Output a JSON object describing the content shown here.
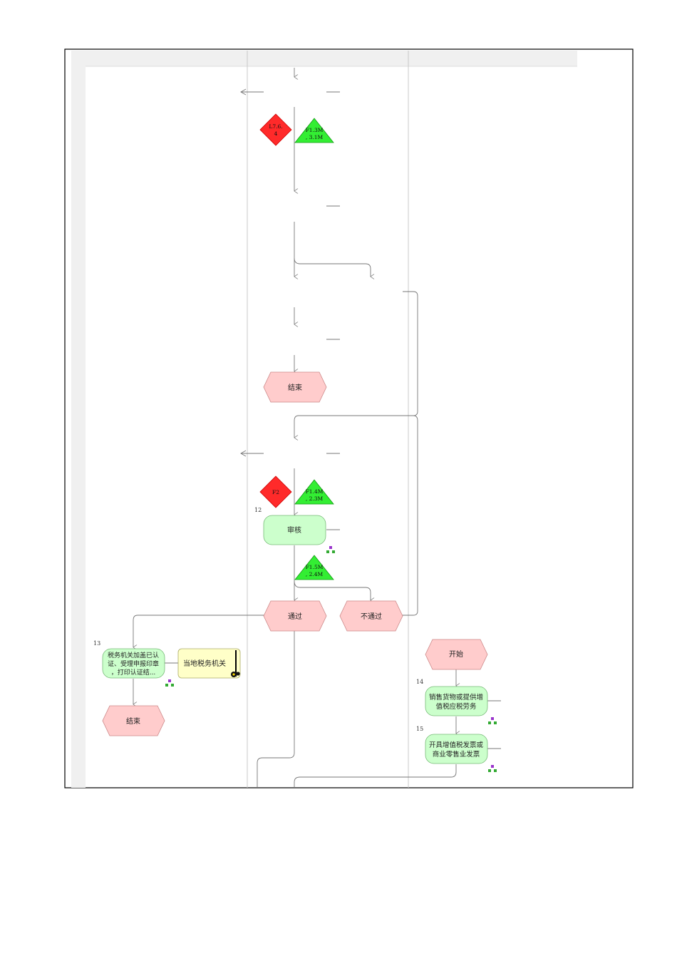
{
  "diagram": {
    "events": {
      "end_top": "结束",
      "pass": "通过",
      "fail": "不通过",
      "start": "开始",
      "end_left": "结束"
    },
    "steps": {
      "review": {
        "number": "12",
        "label": "审核"
      },
      "tax_office_process": {
        "number": "13",
        "lines": [
          "税务机关加盖已认",
          "证、受理申报印章",
          "，打印认证结..."
        ]
      },
      "sell_goods": {
        "number": "14",
        "lines": [
          "销售货物或提供增",
          "值税应税劳务"
        ]
      },
      "issue_invoice": {
        "number": "15",
        "lines": [
          "开具增值税发票或",
          "商业零售业发票"
        ]
      }
    },
    "org_unit": {
      "label": "当地税务机关"
    },
    "risk_markers": [
      {
        "lines": [
          "L7.6.",
          "4"
        ]
      },
      {
        "lines": [
          "F2"
        ]
      }
    ],
    "control_markers": [
      {
        "lines": [
          "F1.3M",
          ", 3.1M"
        ]
      },
      {
        "lines": [
          "F1.4M",
          ", 2.3M"
        ]
      },
      {
        "lines": [
          "F1.5M",
          ", 2.4M"
        ]
      }
    ],
    "colors": {
      "risk": "#ff2a2a",
      "control": "#33ee33",
      "event": "#ffcccc",
      "function": "#ccffcc",
      "org": "#ffffc8",
      "lane_header": "#f0f0f0"
    }
  }
}
